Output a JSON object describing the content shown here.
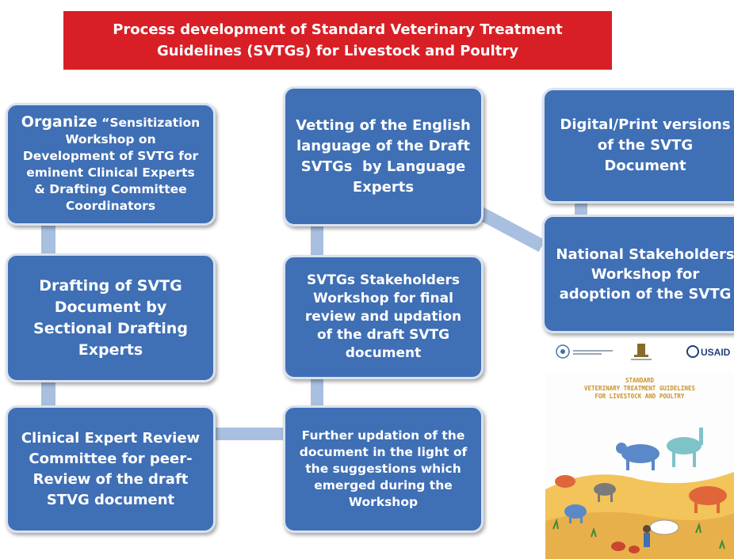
{
  "title": {
    "line1": "Process development of Standard Veterinary Treatment",
    "line2": "Guidelines (SVTGs) for Livestock and Poultry"
  },
  "steps": {
    "organize": {
      "lead": "Organize",
      "rest": "“Sensitization",
      "line2": "Workshop on",
      "line3": "Development of SVTG for",
      "line4": "eminent Clinical Experts",
      "line5": "& Drafting Committee",
      "line6": "Coordinators"
    },
    "drafting": [
      "Drafting of SVTG",
      "Document by",
      "Sectional Drafting",
      "Experts"
    ],
    "clinical_review": [
      "Clinical Expert Review",
      "Committee for peer-",
      "Review of the draft",
      "STVG document"
    ],
    "vetting": [
      "Vetting of the English",
      "language of the Draft",
      "SVTGs  by Language",
      "Experts"
    ],
    "stakeholders_workshop": [
      "SVTGs Stakeholders",
      "Workshop for final",
      "review and updation",
      "of the draft SVTG",
      "document"
    ],
    "further_updation": [
      "Further updation of the",
      "document in the light of",
      "the suggestions which",
      "emerged during the",
      "Workshop"
    ],
    "digital_print": [
      "Digital/Print versions",
      "of the SVTG",
      "Document"
    ],
    "national_workshop": [
      "National Stakeholders",
      "Workshop for",
      "adoption of the SVTG"
    ]
  },
  "cover": {
    "logos": [
      "fao-logo",
      "india-emblem",
      "usaid-logo"
    ],
    "usaid_text": "USAID",
    "title_lines": [
      "STANDARD",
      "VETERINARY TREATMENT GUIDELINES",
      "FOR LIVESTOCK AND POULTRY"
    ]
  },
  "colors": {
    "title_bg": "#d91f26",
    "box_bg": "#3f6fb5",
    "box_border": "#d9e2ef",
    "connector": "#a9bfe0"
  }
}
